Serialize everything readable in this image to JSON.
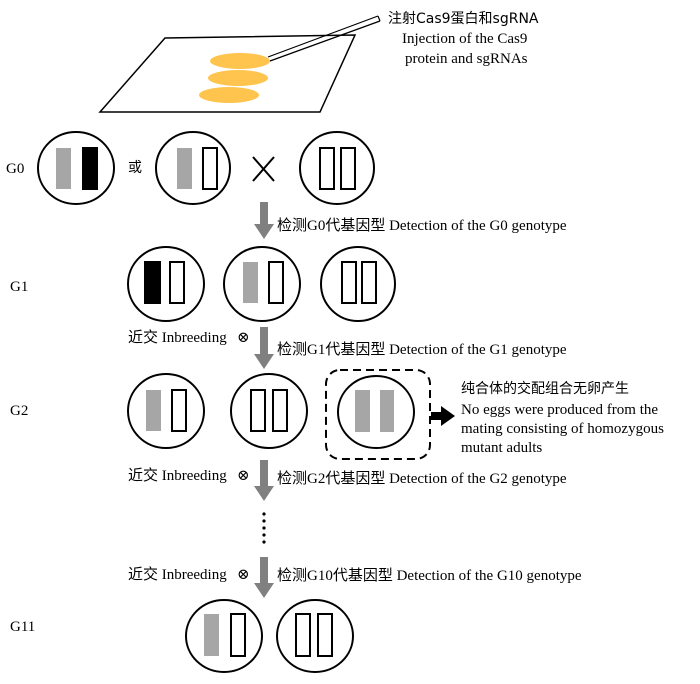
{
  "injection": {
    "line1": "注射Cas9蛋白和sgRNA",
    "line2": "Injection of the Cas9",
    "line3": "protein and sgRNAs"
  },
  "generations": {
    "g0": "G0",
    "g1": "G1",
    "g2": "G2",
    "g11": "G11"
  },
  "or_label": "或",
  "cross_symbol": "×",
  "steps": {
    "detect_g0": "检测G0代基因型 Detection of the G0 genotype",
    "detect_g1": "检测G1代基因型 Detection of the G1 genotype",
    "detect_g2": "检测G2代基因型 Detection of the G2 genotype",
    "detect_g10": "检测G10代基因型 Detection of the G10 genotype",
    "inbreeding": "近交 Inbreeding",
    "self_symbol": "⊗",
    "ellipsis": "⋮"
  },
  "note": {
    "cn": "纯合体的交配组合无卵产生",
    "en1": "No eggs were produced from the",
    "en2": "mating consisting of homozygous",
    "en3": "mutant adults"
  },
  "colors": {
    "egg": "#ffc44d",
    "mutant_gray": "#a6a6a6",
    "arrow_gray": "#808080",
    "knockout_black": "#000000"
  }
}
